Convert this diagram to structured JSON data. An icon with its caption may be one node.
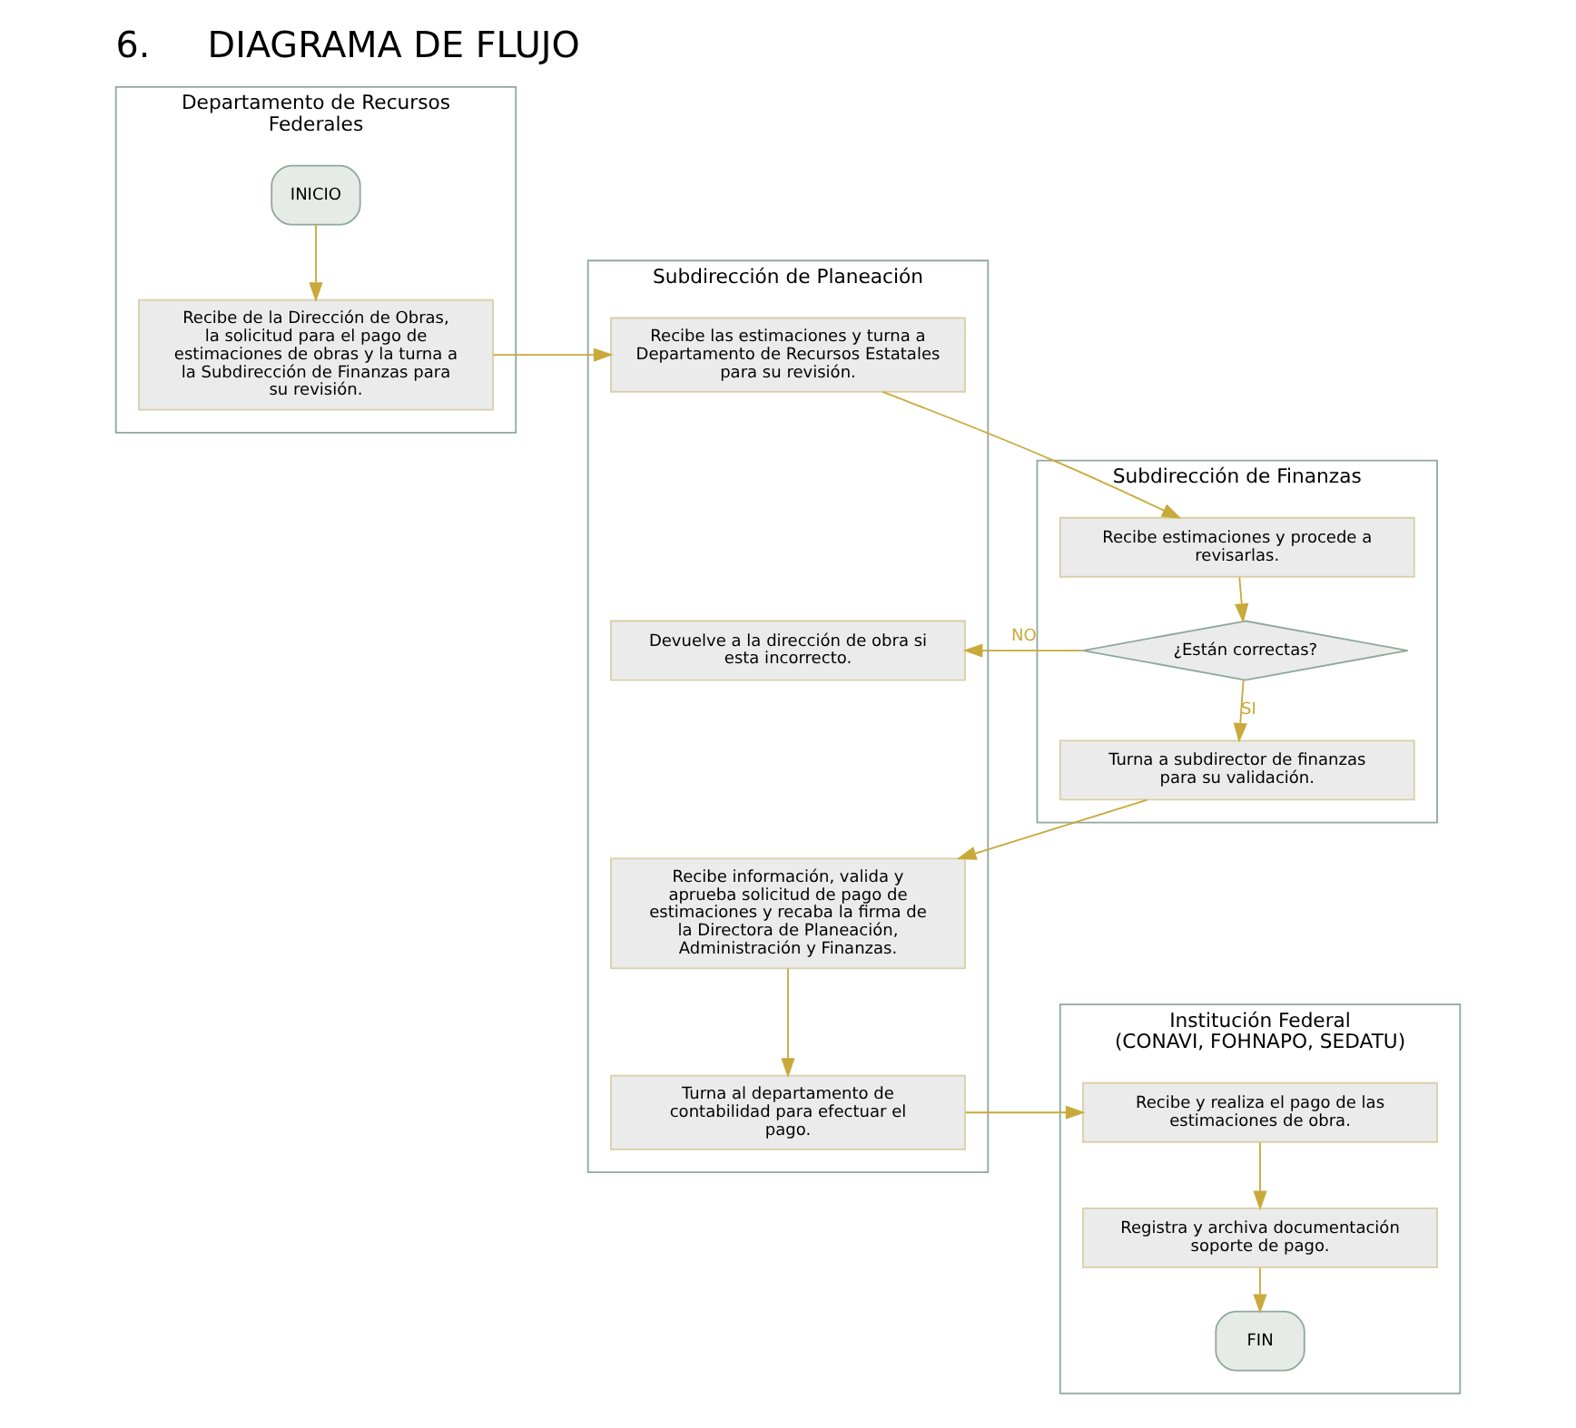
{
  "diagram": {
    "title": "6.     DIAGRAMA DE FLUJO",
    "nodes": [
      {
        "text": [
          "Departamento de Recursos Federales"
        ]
      },
      {
        "text": [
          "Subdirección de Planeación"
        ]
      },
      {
        "text": [
          "Subdirección de Finanzas"
        ]
      },
      {
        "text": [
          "Institución Federal",
          "(CONAVI, FOHNAPO, SEDATU)"
        ]
      },
      {
        "text": [
          "INICIO"
        ],
        "in": 0
      },
      {
        "text": [
          "Recibe de la Dirección de Obras, la solicitud para el pago de estimaciones de obras y la turna a la Subdirección de Finanzas para su revisión."
        ],
        "in": 0
      },
      {
        "text": [
          "Recibe las estimaciones y turna a Departamento de Recursos Estatales para su revisión."
        ],
        "in": 1
      },
      {
        "text": [
          "Recibe estimaciones y procede a revisarlas."
        ],
        "in": 2
      },
      {
        "text": [
          "¿Están correctas?"
        ],
        "in": 2
      },
      {
        "text": [
          "Devuelve a la dirección de obra si esta incorrecto."
        ],
        "in": 1
      },
      {
        "text": [
          "Turna a subdirector de finanzas para su validación."
        ],
        "in": 2
      },
      {
        "text": [
          "Recibe información, valida y aprueba solicitud de pago de estimaciones y recaba la firma de la Directora de Planeación, Administración y Finanzas."
        ],
        "in": 1
      },
      {
        "text": [
          "Turna al departamento de contabilidad para efectuar el pago."
        ],
        "in": 1
      },
      {
        "text": [
          "Recibe y realiza el pago de las estimaciones de obra."
        ],
        "in": 3
      },
      {
        "text": [
          "Registra y archiva documentación soporte de pago."
        ],
        "in": 3
      },
      {
        "text": [
          "FIN"
        ],
        "in": 3
      }
    ],
    "edges": [
      {
        "from": 4,
        "to": 5,
        "arrow": "to"
      },
      {
        "from": 5,
        "to": 6,
        "arrow": "to"
      },
      {
        "from": 6,
        "to": 7,
        "arrow": "to"
      },
      {
        "from": 7,
        "to": 8,
        "arrow": "to"
      },
      {
        "from": 8,
        "to": 9,
        "arrow": "to",
        "label": "NO"
      },
      {
        "from": 8,
        "to": 10,
        "arrow": "to",
        "label": "SI"
      },
      {
        "from": 10,
        "to": 11,
        "arrow": "to"
      },
      {
        "from": 11,
        "to": 12,
        "arrow": "to"
      },
      {
        "from": 12,
        "to": 13,
        "arrow": "to"
      },
      {
        "from": 13,
        "to": 14,
        "arrow": "to"
      },
      {
        "from": 14,
        "to": 15,
        "arrow": "to"
      }
    ]
  }
}
